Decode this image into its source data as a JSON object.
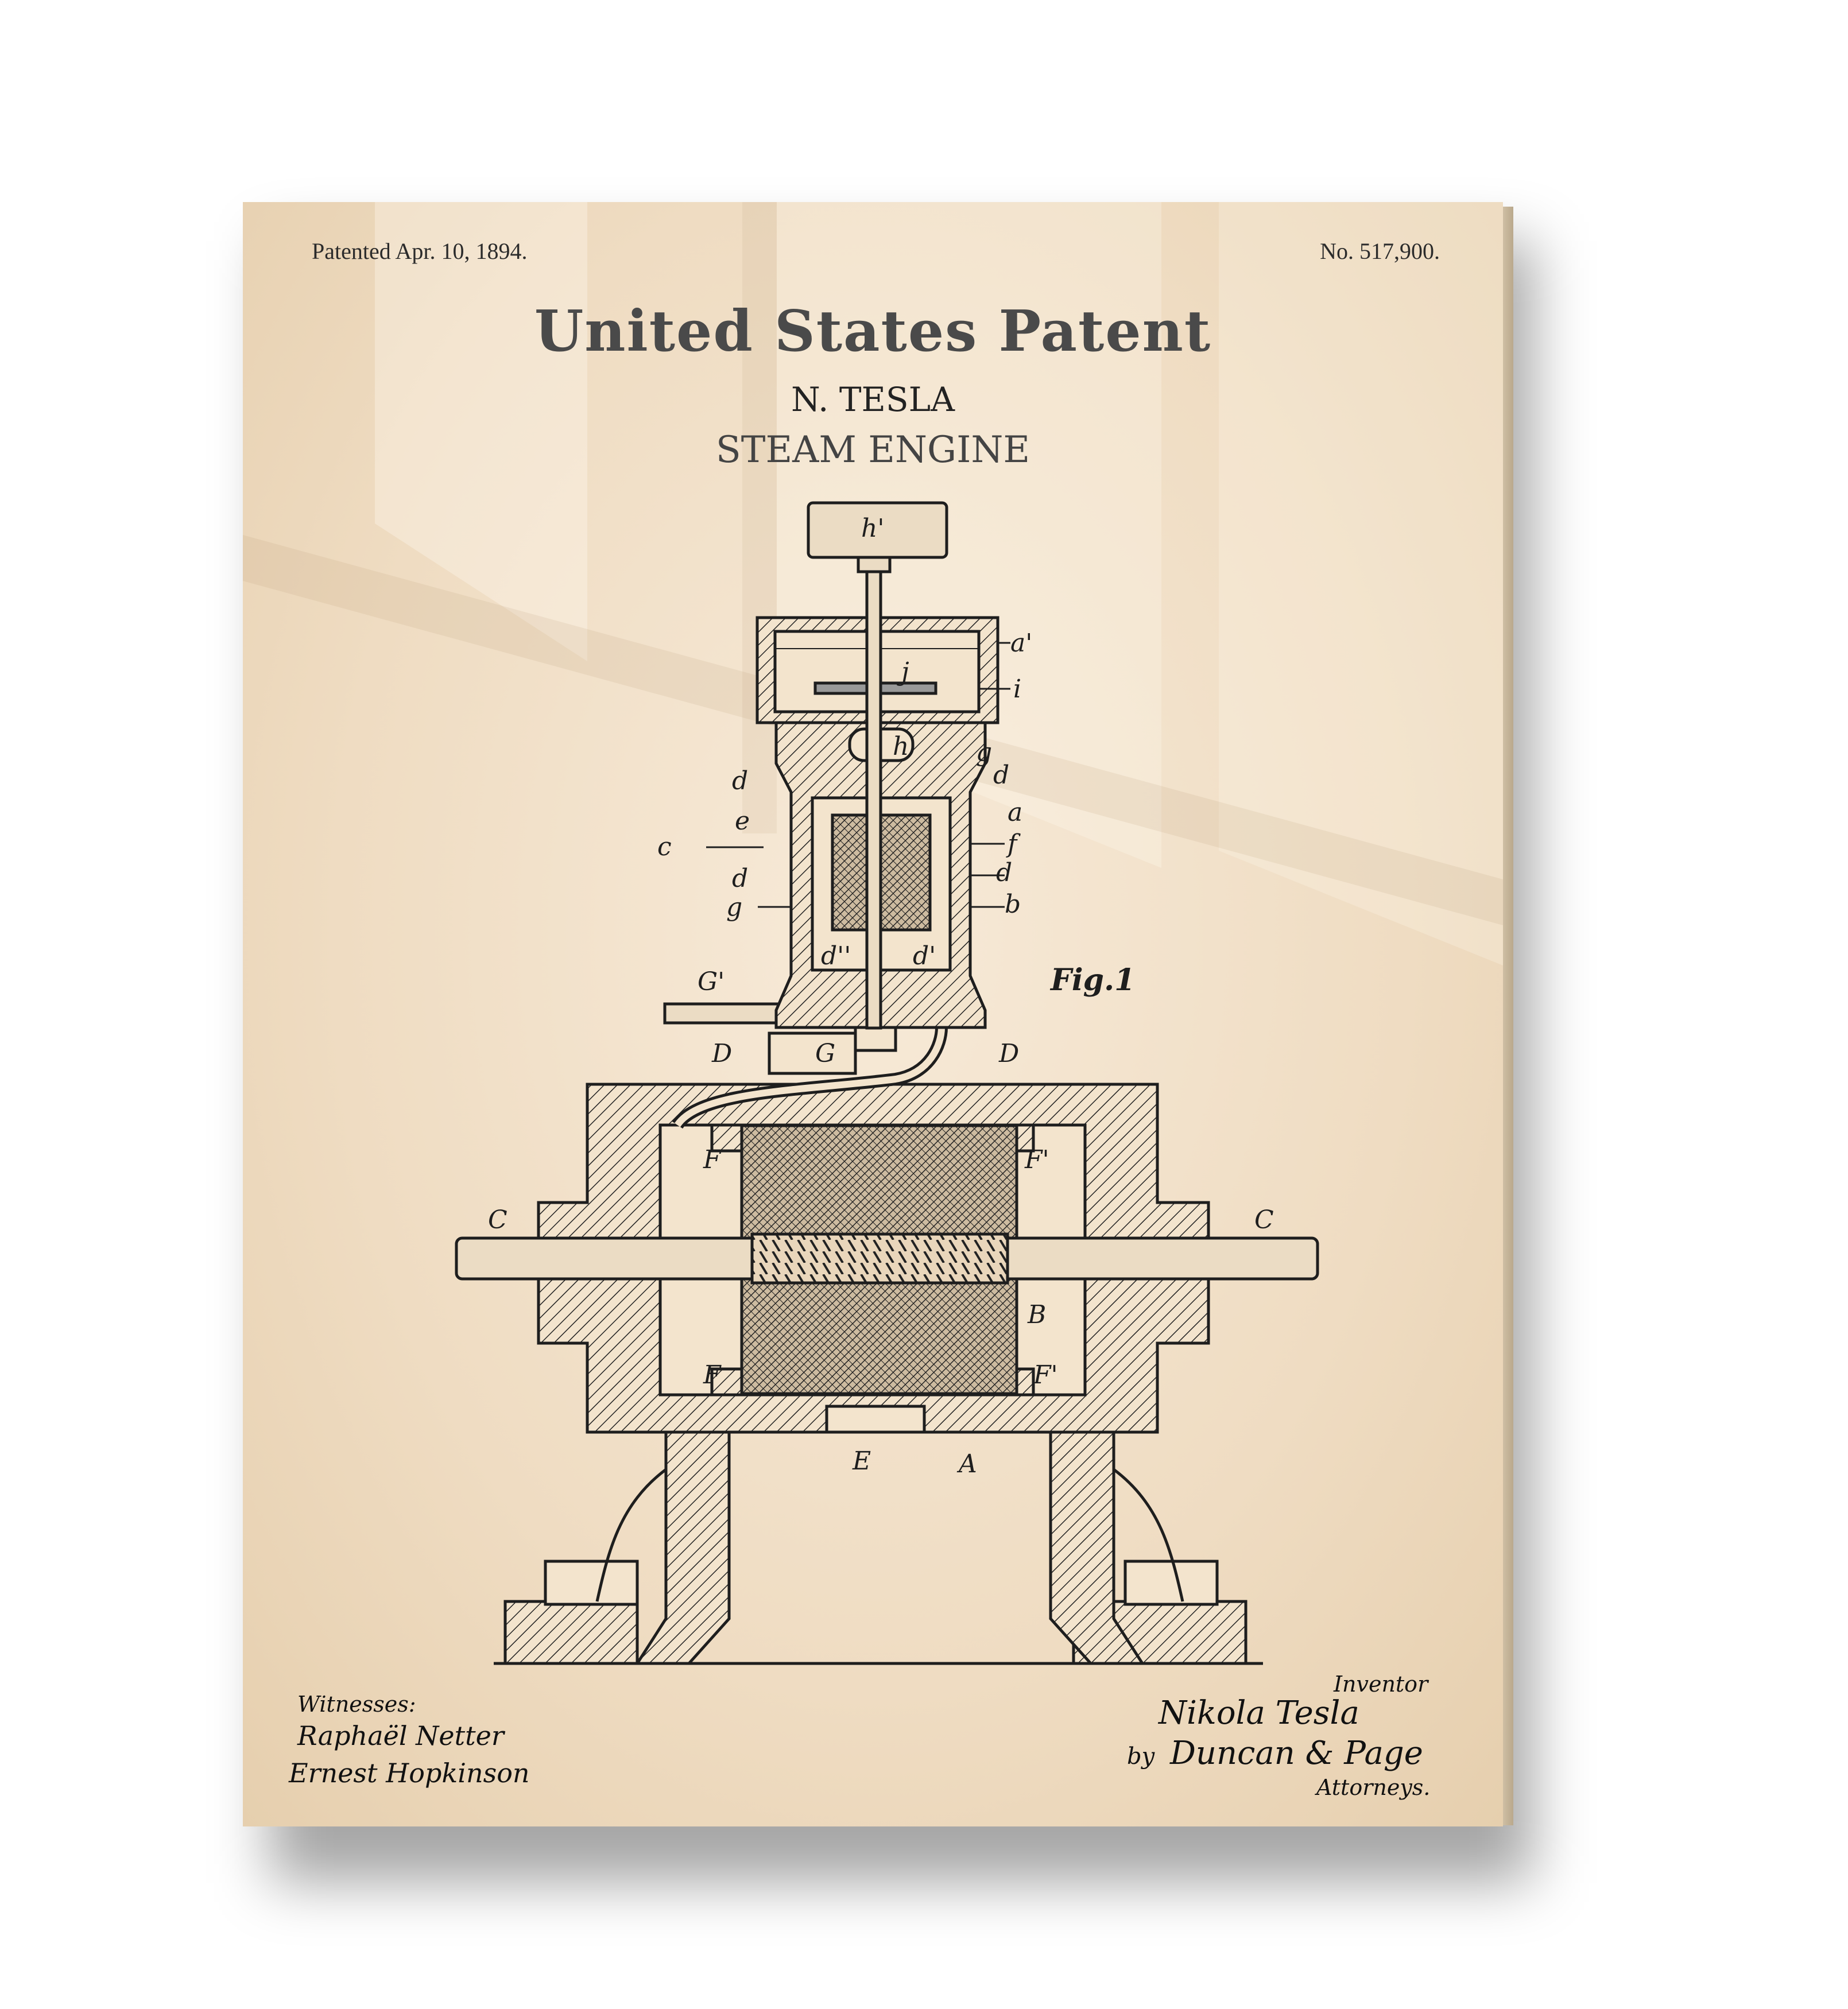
{
  "patent": {
    "date": "Patented Apr. 10, 1894.",
    "number": "No. 517,900.",
    "title": "United States Patent",
    "inventor": "N. TESLA",
    "subject": "STEAM ENGINE",
    "figure_label": "Fig.1"
  },
  "part_labels": {
    "h1": "h'",
    "a1": "a'",
    "j": "j",
    "i": "i",
    "h": "h",
    "g_top": "g",
    "d_r1": "d",
    "d_l1": "d",
    "e": "e",
    "a": "a",
    "c": "c",
    "f": "f",
    "d_l2": "d",
    "d_r2": "d",
    "g_l": "g",
    "b": "b",
    "d2": "d''",
    "d1": "d'",
    "G1": "G'",
    "G": "G",
    "D_l": "D",
    "D_r": "D",
    "F_tl": "F",
    "F_tr": "F'",
    "C_l": "C",
    "C_r": "C",
    "B": "B",
    "F_bl": "F",
    "F_br": "F'",
    "E": "E",
    "A": "A"
  },
  "signatures": {
    "witnesses_label": "Witnesses:",
    "witness_1": "Raphaël Netter",
    "witness_2": "Ernest Hopkinson",
    "inventor_label": "Inventor",
    "inventor_signature": "Nikola Tesla",
    "by": "by",
    "attorneys_signature": "Duncan & Page",
    "attorneys_label": "Attorneys."
  },
  "colors": {
    "paper": "#efdcc2",
    "ink": "#1e1e1e",
    "wall": "#ffffff"
  }
}
